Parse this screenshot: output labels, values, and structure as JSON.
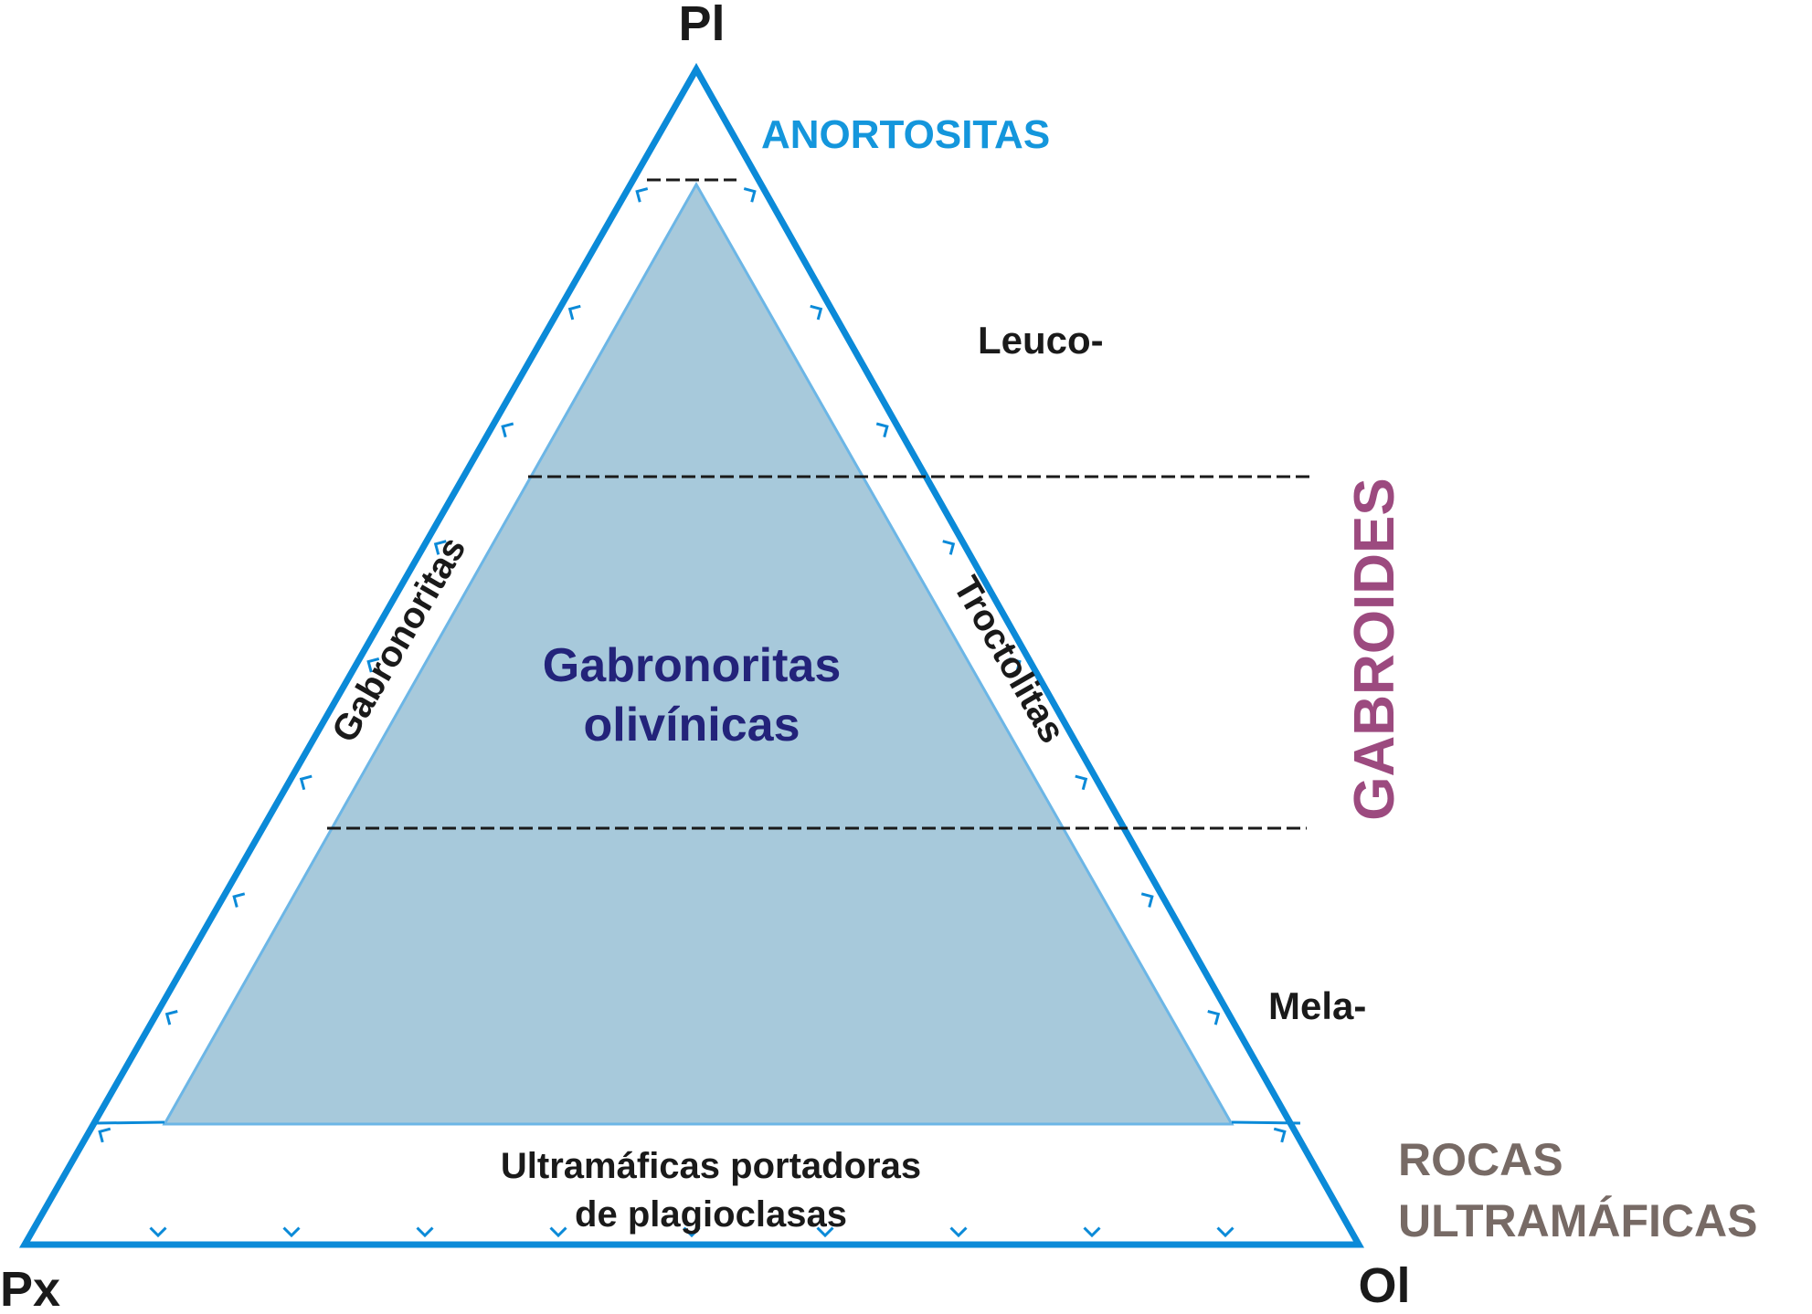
{
  "vertices": {
    "top": "Pl",
    "left": "Px",
    "right": "Ol"
  },
  "regions": {
    "anortositas": "ANORTOSITAS",
    "leuco": "Leuco-",
    "mela": "Mela-",
    "gabronoritas": "Gabronoritas",
    "troctolitas": "Troctolitas",
    "gabronoritas_olivinicas_line1": "Gabronoritas",
    "gabronoritas_olivinicas_line2": "olivínicas",
    "ultramaficas_line1": "Ultramáficas portadoras",
    "ultramaficas_line2": "de plagioclasas"
  },
  "groups": {
    "gabroides": "GABROIDES",
    "rocas_ultramaficas_line1": "ROCAS",
    "rocas_ultramaficas_line2": "ULTRAMÁFICAS"
  },
  "colors": {
    "triangle_stroke": "#0b8ad8",
    "field_fill": "#a7c9db",
    "field_stroke": "#6cb6e6",
    "anortositas": "#1496dc",
    "gabroides": "#9c4a7f",
    "rocas_ultramaficas": "#776a65",
    "olivinicas": "#23237a",
    "text_dark": "#1a1a1a"
  }
}
